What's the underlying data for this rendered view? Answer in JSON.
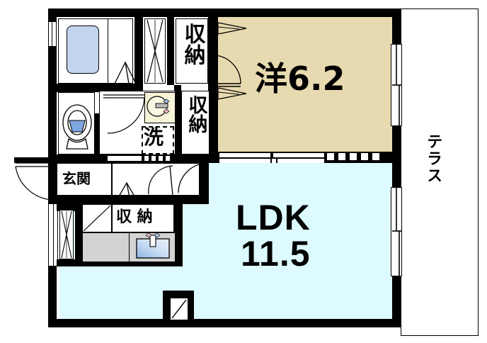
{
  "plan": {
    "type": "japanese-apartment-floorplan",
    "layout_code": "1LDK",
    "colors": {
      "wall": "#000000",
      "bedroom_fill": "#e8dab0",
      "ldk_fill": "#ddfaff",
      "bathtub_fill": "#c3d4ef",
      "toilet_bowl_fill": "#7ea6e0",
      "kitchen_counter_fill": "#d3d3d3",
      "sink_fill": "#bcd4f0",
      "washbasin_fill": "#f7f4d8",
      "background": "#ffffff"
    },
    "rooms": [
      {
        "id": "bedroom",
        "name": "洋6.2",
        "name_parts": {
          "type": "洋",
          "size": "6.2"
        },
        "unit": "帖",
        "fill": "#e8dab0"
      },
      {
        "id": "ldk",
        "name_line1": "LDK",
        "name_line2": "11.5",
        "unit": "帖",
        "fill": "#ddfaff"
      },
      {
        "id": "terrace",
        "name": "テラス",
        "fill": "#ffffff"
      },
      {
        "id": "entrance",
        "name": "玄関",
        "fill": "#ffffff"
      }
    ],
    "labels": {
      "bedroom": "洋6.2",
      "ldk_line1": "LDK",
      "ldk_line2": "11.5",
      "terrace": "テラス",
      "entrance": "玄関",
      "storage_top": "収納",
      "storage_mid": "収納",
      "storage_hall": "収 納",
      "washroom": "洗"
    },
    "fixtures": [
      {
        "name": "bathtub",
        "room": "bathroom"
      },
      {
        "name": "toilet",
        "room": "toilet"
      },
      {
        "name": "washbasin",
        "room": "washroom"
      },
      {
        "name": "kitchen-counter",
        "room": "ldk"
      },
      {
        "name": "kitchen-sink",
        "room": "ldk"
      }
    ],
    "doors": [
      {
        "name": "entrance-door",
        "type": "swing"
      },
      {
        "name": "bathroom-door",
        "type": "swing"
      },
      {
        "name": "washroom-door",
        "type": "swing"
      },
      {
        "name": "hall-door",
        "type": "swing"
      },
      {
        "name": "bedroom-door",
        "type": "swing"
      },
      {
        "name": "closet-door-top",
        "type": "folding"
      },
      {
        "name": "closet-door-left",
        "type": "folding"
      },
      {
        "name": "closet-door-hall",
        "type": "folding"
      },
      {
        "name": "bedroom-closet-upper",
        "type": "folding"
      },
      {
        "name": "bedroom-closet-lower",
        "type": "folding"
      },
      {
        "name": "ldk-bedroom-sliding",
        "type": "sliding"
      }
    ],
    "windows": [
      {
        "name": "bathroom-window",
        "side": "left"
      },
      {
        "name": "ldk-left-window",
        "side": "left"
      },
      {
        "name": "bedroom-terrace-window",
        "side": "right"
      },
      {
        "name": "ldk-terrace-window",
        "side": "right"
      }
    ]
  }
}
